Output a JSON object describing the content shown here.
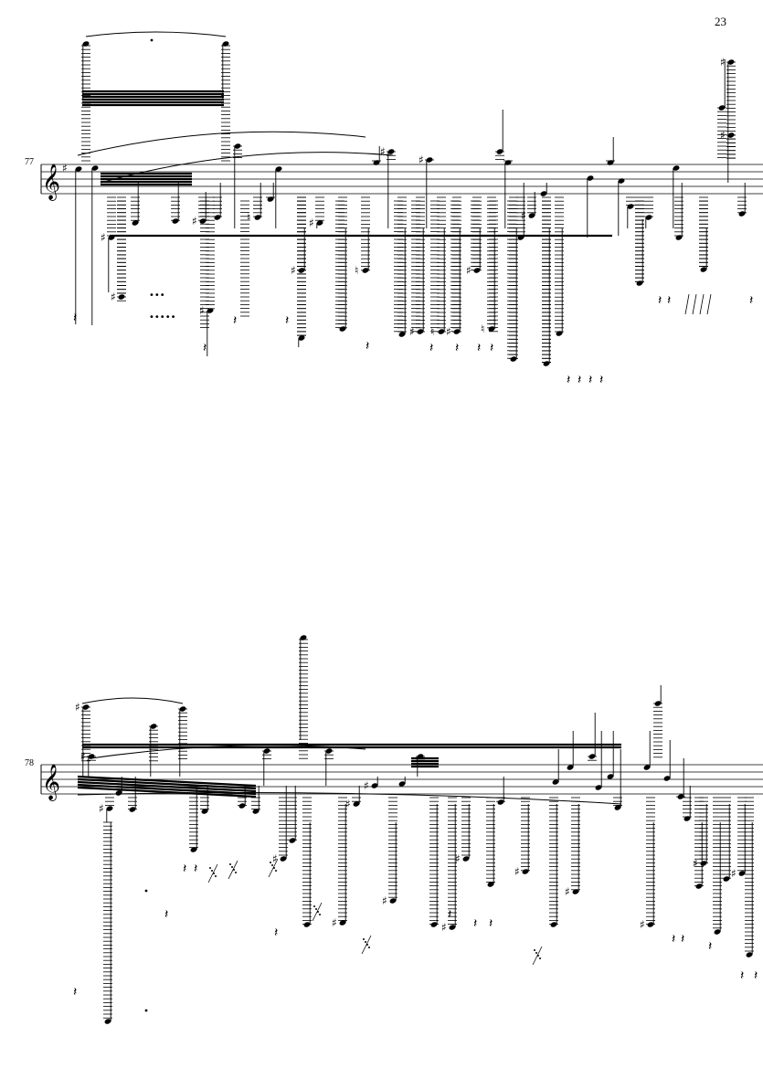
{
  "page": {
    "number": "23"
  },
  "systems": [
    {
      "measure_number": "77",
      "clef": "treble",
      "key_signature": "sharp"
    },
    {
      "measure_number": "78",
      "clef": "treble",
      "key_signature": "none"
    }
  ]
}
